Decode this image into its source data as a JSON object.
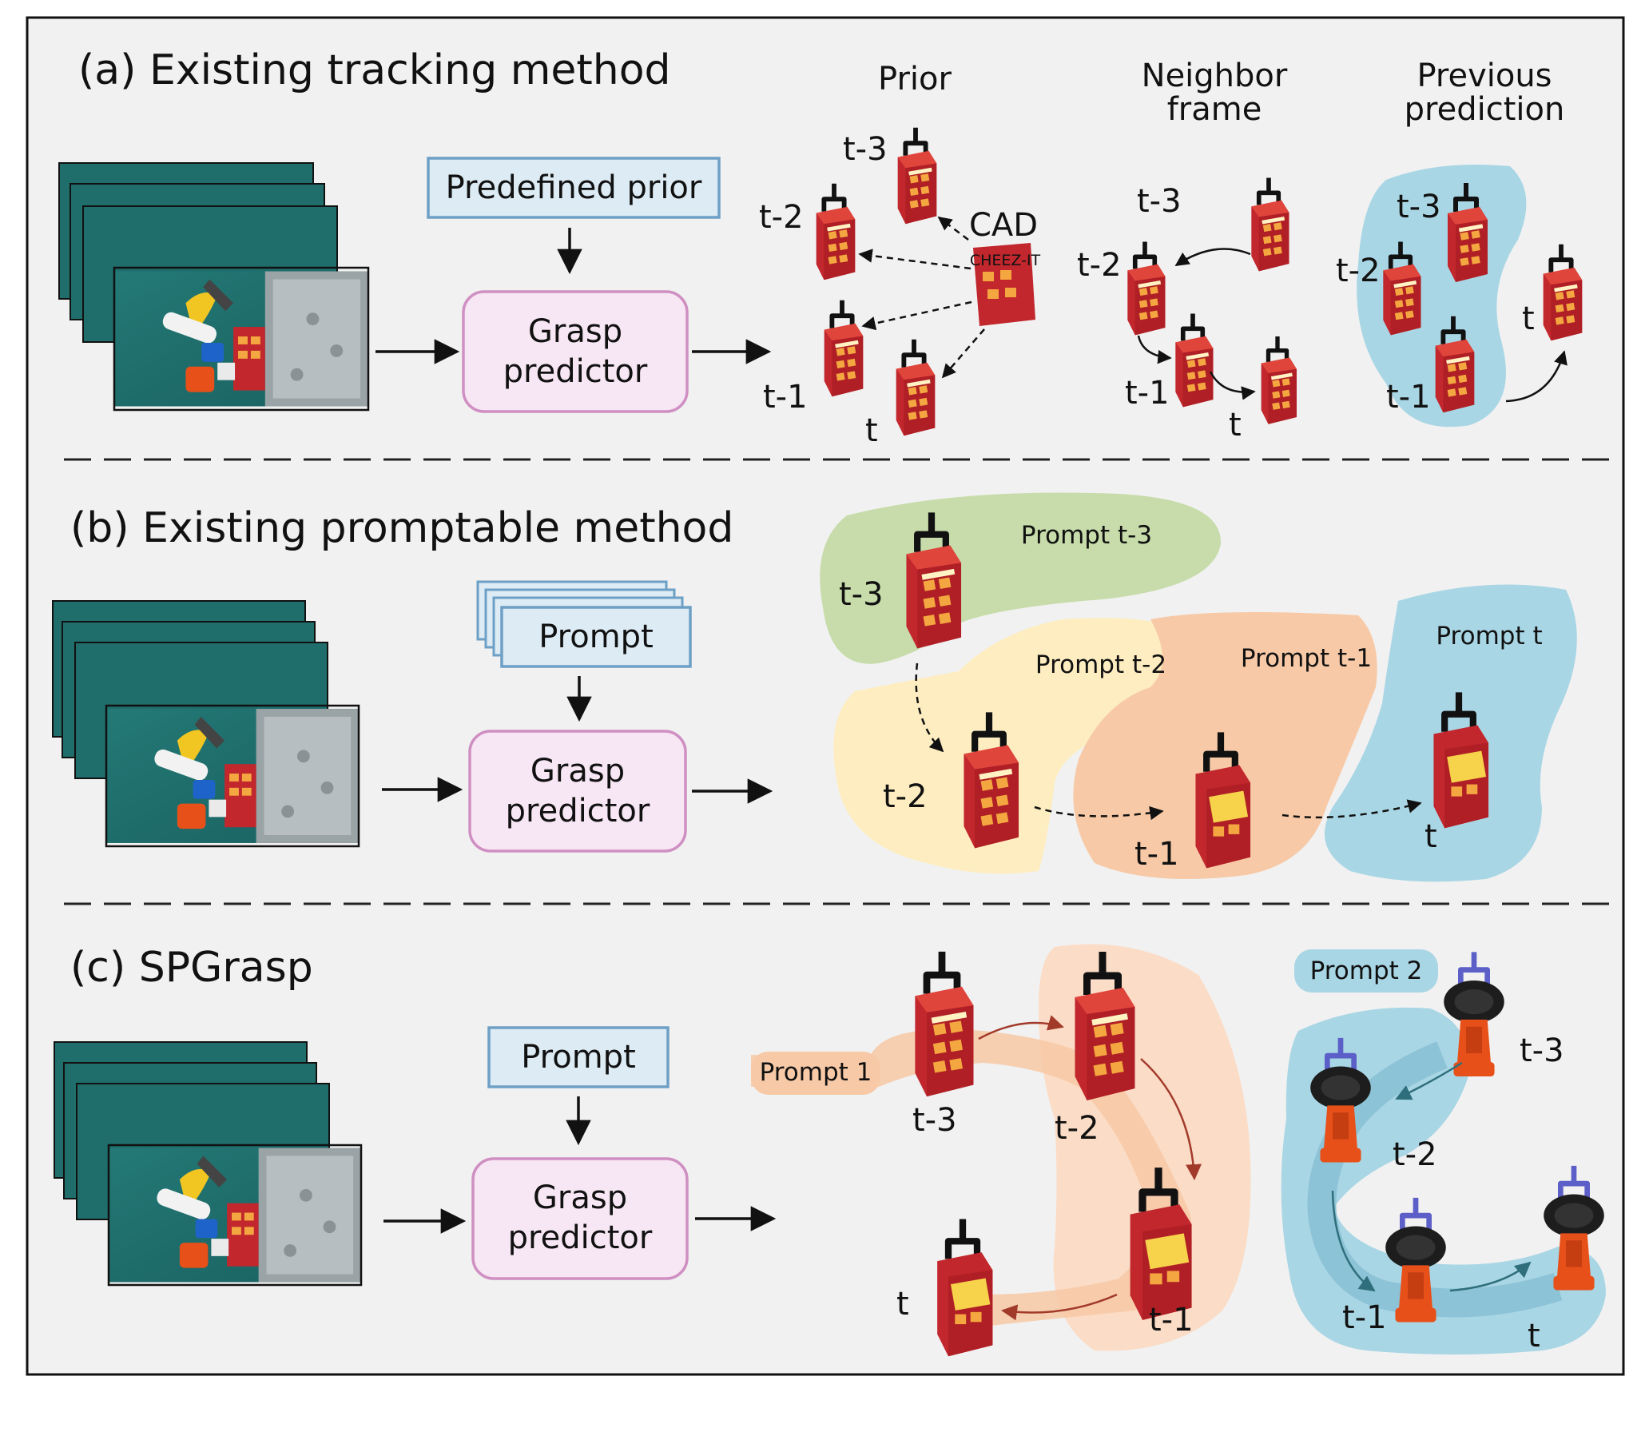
{
  "panel_a": {
    "title": "(a) Existing tracking method",
    "prior_box": "Predefined prior",
    "predictor_line1": "Grasp",
    "predictor_line2": "predictor",
    "col_prior": "Prior",
    "col_neighbor_line1": "Neighbor",
    "col_neighbor_line2": "frame",
    "col_previous_line1": "Previous",
    "col_previous_line2": "prediction",
    "cad_label": "CAD",
    "cad_box_text": "CHEEZ-IT",
    "t3": "t-3",
    "t2": "t-2",
    "t1": "t-1",
    "t0": "t"
  },
  "panel_b": {
    "title": "(b) Existing promptable method",
    "prompt_box": "Prompt",
    "predictor_line1": "Grasp",
    "predictor_line2": "predictor",
    "prompt_t3": "Prompt t-3",
    "prompt_t2": "Prompt t-2",
    "prompt_t1": "Prompt t-1",
    "prompt_t": "Prompt t",
    "t3": "t-3",
    "t2": "t-2",
    "t1": "t-1",
    "t0": "t"
  },
  "panel_c": {
    "title": "(c) SPGrasp",
    "prompt_box": "Prompt",
    "predictor_line1": "Grasp",
    "predictor_line2": "predictor",
    "prompt1": "Prompt 1",
    "prompt2": "Prompt 2",
    "t3": "t-3",
    "t2": "t-2",
    "t1": "t-1",
    "t0": "t"
  },
  "colors": {
    "frame_bg": "#f1f1f1",
    "predictor_fill": "#f7e6f3",
    "predictor_stroke": "#cf8fc2",
    "prompt_fill": "#dcebf4",
    "prompt_stroke": "#6ea0c6",
    "blue_region": "#a9d6e5",
    "green_region": "#c7dcaa",
    "yellow_region": "#fdedc0",
    "orange_region": "#f7c9a6",
    "box_red": "#c1272d",
    "gripper_blue": "#5b5fc7",
    "drill_orange": "#e8501a"
  }
}
